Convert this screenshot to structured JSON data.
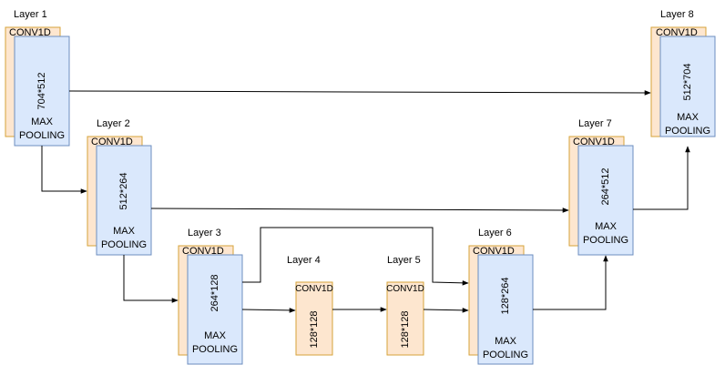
{
  "conv_label": "CONV1D",
  "pool_label_line1": "MAX",
  "pool_label_line2": "POOLING",
  "layers": [
    {
      "label": "Layer 1",
      "dims": "704*512"
    },
    {
      "label": "Layer 2",
      "dims": "512*264"
    },
    {
      "label": "Layer 3",
      "dims": "264*128"
    },
    {
      "label": "Layer 4",
      "dims": "128*128"
    },
    {
      "label": "Layer 5",
      "dims": "128*128"
    },
    {
      "label": "Layer 6",
      "dims": "128*264"
    },
    {
      "label": "Layer 7",
      "dims": "264*512"
    },
    {
      "label": "Layer 8",
      "dims": "512*704"
    }
  ],
  "colors": {
    "conv_fill": "#fde6cf",
    "conv_stroke": "#d6a33a",
    "pool_fill": "#dae8fc",
    "pool_stroke": "#6c8ebf"
  }
}
